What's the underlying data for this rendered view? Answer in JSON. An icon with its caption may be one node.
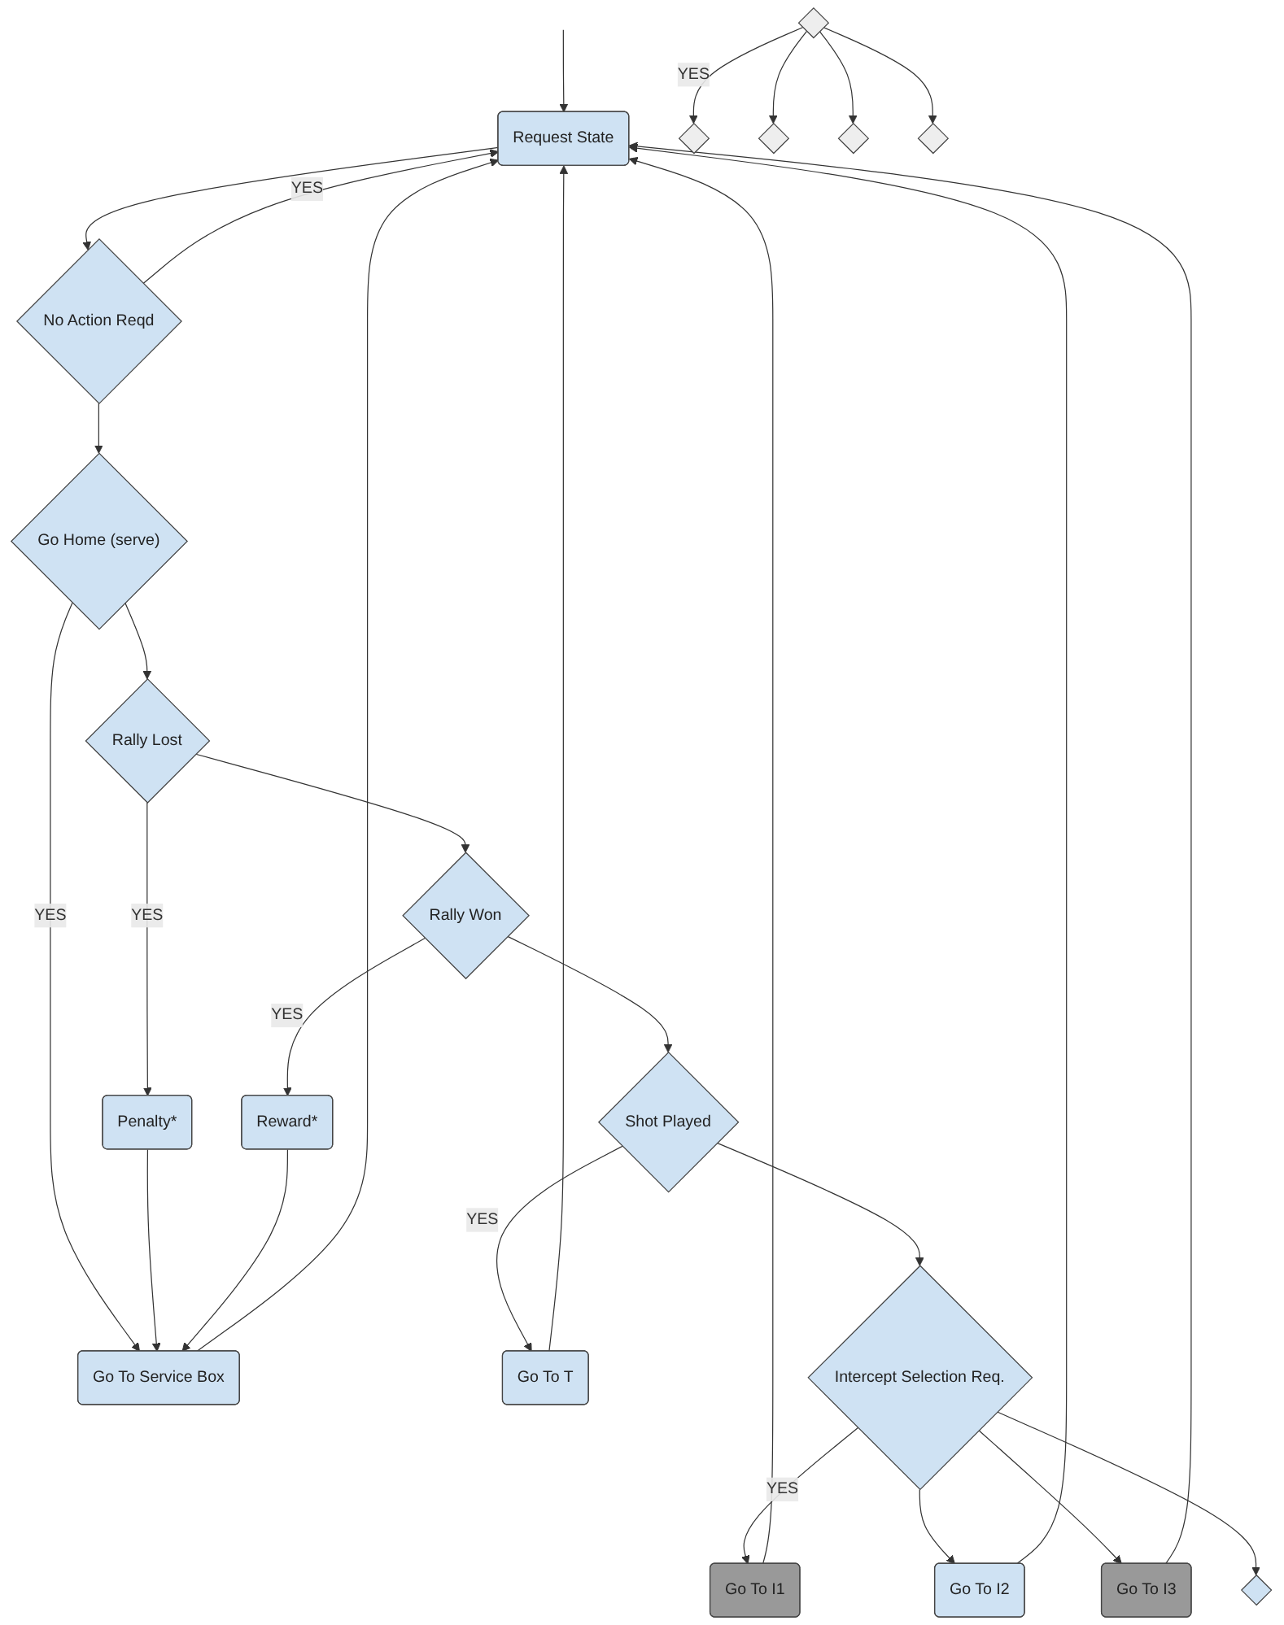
{
  "diagram": {
    "nodes": [
      {
        "text": [
          "Request State"
        ]
      },
      {
        "text": [
          "No Action Reqd"
        ]
      },
      {
        "text": [
          "Go Home (serve)"
        ]
      },
      {
        "text": [
          "Go To Service Box"
        ]
      },
      {
        "text": [
          "Rally Lost"
        ]
      },
      {
        "text": [
          "Penalty*"
        ]
      },
      {
        "text": [
          "Rally Won"
        ]
      },
      {
        "text": [
          "Reward*"
        ]
      },
      {
        "text": [
          "Shot Played"
        ]
      },
      {
        "text": [
          "Go To T"
        ]
      },
      {
        "text": [
          "Intercept Selection Req."
        ]
      },
      {
        "text": [
          "Go To I1"
        ]
      },
      {
        "text": [
          "Go To I2"
        ]
      },
      {
        "text": [
          "Go To I3"
        ]
      },
      {
        "text": [],
        "shape": "diamond"
      },
      {
        "text": [],
        "shape": "diamond"
      },
      {
        "text": [],
        "shape": "diamond"
      },
      {
        "text": [],
        "shape": "diamond"
      },
      {
        "text": [],
        "shape": "diamond"
      },
      {
        "text": [],
        "shape": "diamond"
      }
    ],
    "edges": [
      {
        "from": 0,
        "to": 1,
        "arrow": "to"
      },
      {
        "from": 1,
        "to": 0,
        "label": "YES",
        "arrow": "to"
      },
      {
        "from": 1,
        "to": 2,
        "arrow": "to"
      },
      {
        "from": 2,
        "to": 3,
        "label": "YES",
        "arrow": "to"
      },
      {
        "from": 2,
        "to": 4,
        "arrow": "to"
      },
      {
        "from": 3,
        "to": 0,
        "arrow": "to"
      },
      {
        "from": 4,
        "to": 5,
        "label": "YES",
        "arrow": "to"
      },
      {
        "from": 5,
        "to": 3,
        "arrow": "to"
      },
      {
        "from": 4,
        "to": 6,
        "arrow": "to"
      },
      {
        "from": 6,
        "to": 7,
        "label": "YES",
        "arrow": "to"
      },
      {
        "from": 7,
        "to": 3,
        "arrow": "to"
      },
      {
        "from": 6,
        "to": 8,
        "arrow": "to"
      },
      {
        "from": 8,
        "to": 9,
        "label": "YES",
        "arrow": "to"
      },
      {
        "from": 9,
        "to": 0,
        "arrow": "to"
      },
      {
        "from": 8,
        "to": 10,
        "arrow": "to"
      },
      {
        "from": 10,
        "to": 11,
        "label": "YES",
        "arrow": "to"
      },
      {
        "from": 10,
        "to": 12,
        "arrow": "to"
      },
      {
        "from": 10,
        "to": 13,
        "arrow": "to"
      },
      {
        "from": 11,
        "to": 0,
        "arrow": "to"
      },
      {
        "from": 12,
        "to": 0,
        "arrow": "to"
      },
      {
        "from": 13,
        "to": 0,
        "arrow": "to"
      },
      {
        "from": 10,
        "to": 14,
        "arrow": "to"
      },
      {
        "from": null,
        "to": 0,
        "arrow": "to"
      },
      {
        "from": 15,
        "to": 16,
        "label": "YES",
        "arrow": "to"
      },
      {
        "from": 15,
        "to": 17,
        "arrow": "to"
      },
      {
        "from": 15,
        "to": 18,
        "arrow": "to"
      },
      {
        "from": 15,
        "to": 19,
        "arrow": "to"
      }
    ]
  }
}
